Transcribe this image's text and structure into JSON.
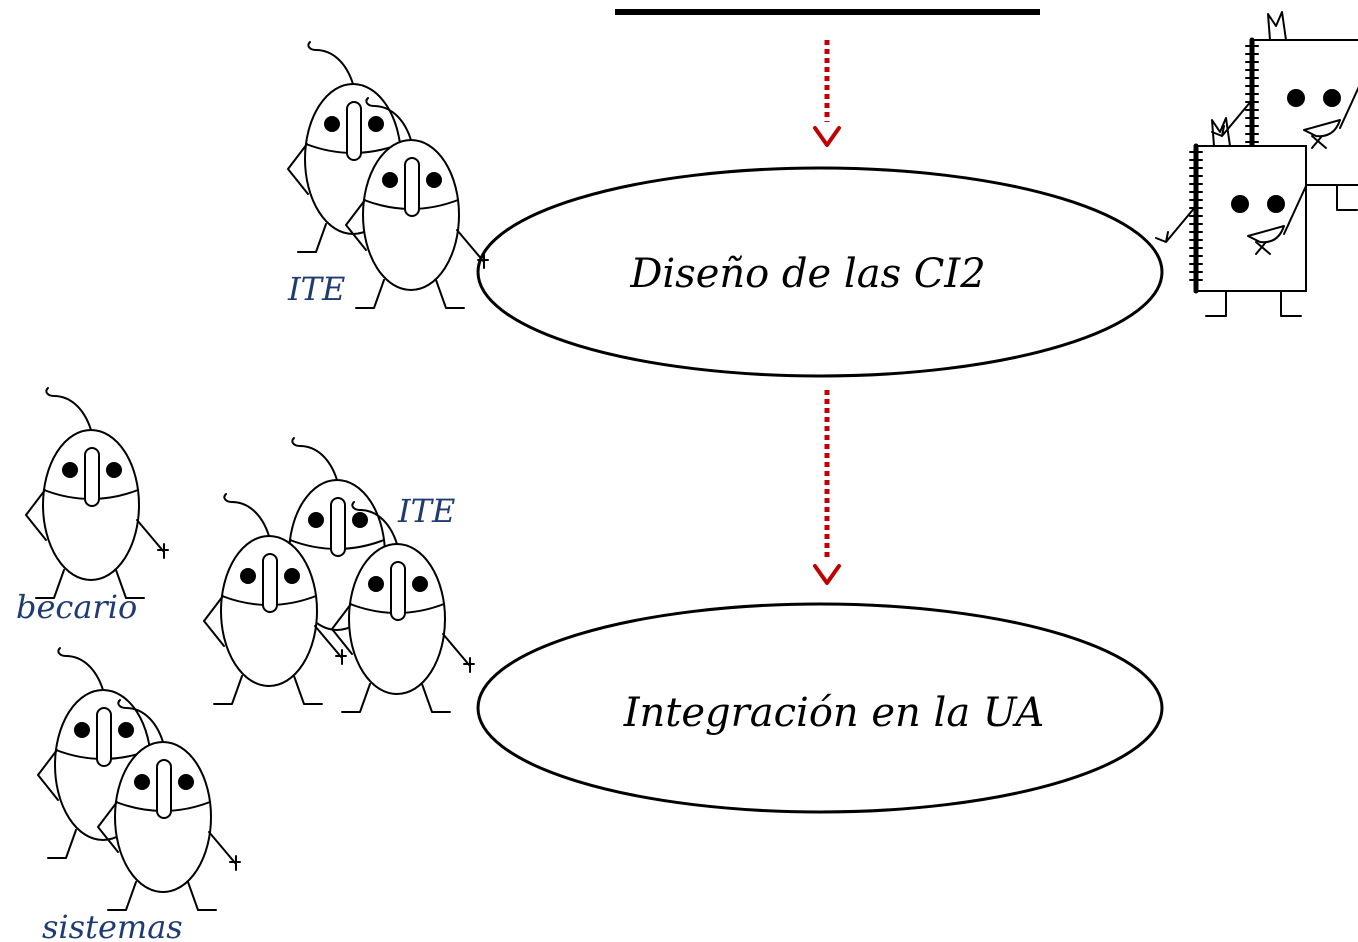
{
  "diagram": {
    "nodes": [
      {
        "id": "diseno",
        "label": "Diseño de las CI2"
      },
      {
        "id": "integracion",
        "label": "Integración en la UA"
      }
    ],
    "edges": [
      {
        "from": "top-bar",
        "to": "diseno"
      },
      {
        "from": "diseno",
        "to": "integracion"
      }
    ],
    "characters": {
      "ite_top": "ITE",
      "ite_mid": "ITE",
      "becario": "becario",
      "sistemas": "sistemas"
    },
    "colors": {
      "arrow": "#c00000",
      "character_label": "#1f3b73",
      "ink": "#000000"
    },
    "icons": [
      "mouse-character-icon",
      "notebook-character-icon"
    ]
  }
}
